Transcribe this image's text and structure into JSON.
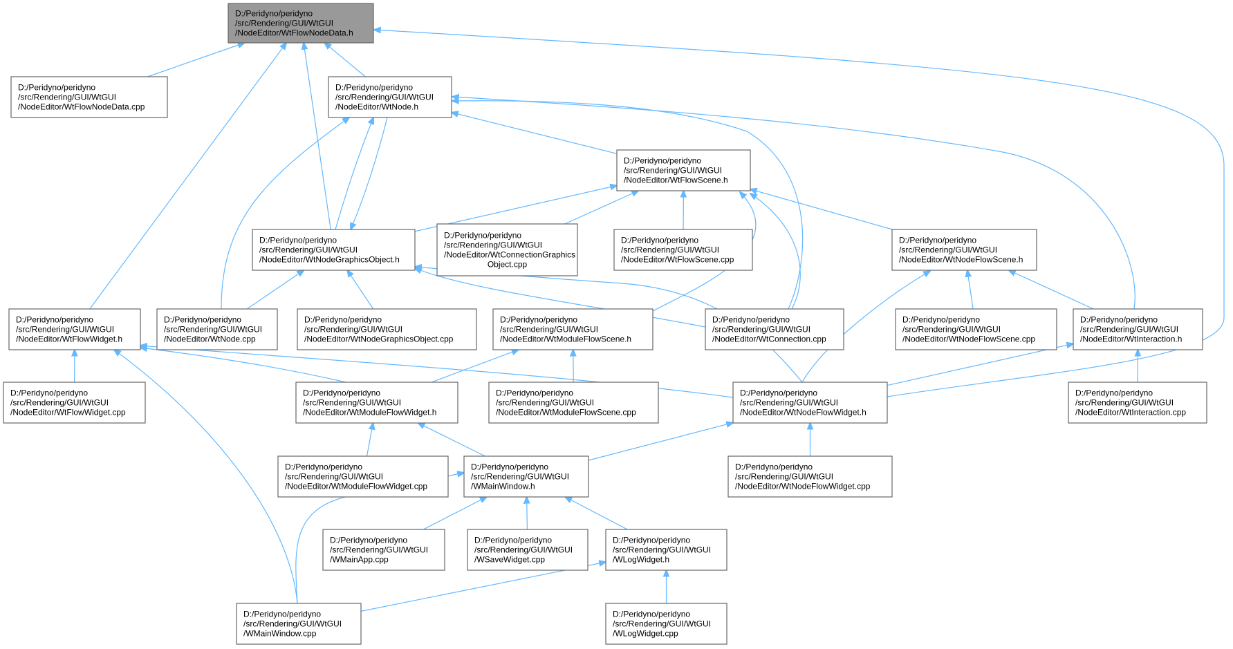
{
  "colors": {
    "edge": "#63b8ff",
    "node_border": "#666666",
    "root_fill": "#999999",
    "node_fill": "#ffffff"
  },
  "nodes": [
    {
      "id": "flownodedata_h",
      "root": true,
      "lines": [
        "D:/Peridyno/peridyno",
        "/src/Rendering/GUI/WtGUI",
        "/NodeEditor/WtFlowNodeData.h"
      ]
    },
    {
      "id": "flownodedata_cpp",
      "lines": [
        "D:/Peridyno/peridyno",
        "/src/Rendering/GUI/WtGUI",
        "/NodeEditor/WtFlowNodeData.cpp"
      ]
    },
    {
      "id": "node_h",
      "lines": [
        "D:/Peridyno/peridyno",
        "/src/Rendering/GUI/WtGUI",
        "/NodeEditor/WtNode.h"
      ]
    },
    {
      "id": "flowscene_h",
      "lines": [
        "D:/Peridyno/peridyno",
        "/src/Rendering/GUI/WtGUI",
        "/NodeEditor/WtFlowScene.h"
      ]
    },
    {
      "id": "nodegraphicsobject_h",
      "lines": [
        "D:/Peridyno/peridyno",
        "/src/Rendering/GUI/WtGUI",
        "/NodeEditor/WtNodeGraphicsObject.h"
      ]
    },
    {
      "id": "connectiongraphics_cpp",
      "lines": [
        "D:/Peridyno/peridyno",
        "/src/Rendering/GUI/WtGUI",
        "/NodeEditor/WtConnectionGraphics",
        "Object.cpp"
      ]
    },
    {
      "id": "flowscene_cpp",
      "lines": [
        "D:/Peridyno/peridyno",
        "/src/Rendering/GUI/WtGUI",
        "/NodeEditor/WtFlowScene.cpp"
      ]
    },
    {
      "id": "nodeflowscene_h",
      "lines": [
        "D:/Peridyno/peridyno",
        "/src/Rendering/GUI/WtGUI",
        "/NodeEditor/WtNodeFlowScene.h"
      ]
    },
    {
      "id": "flowwidget_h",
      "lines": [
        "D:/Peridyno/peridyno",
        "/src/Rendering/GUI/WtGUI",
        "/NodeEditor/WtFlowWidget.h"
      ]
    },
    {
      "id": "node_cpp",
      "lines": [
        "D:/Peridyno/peridyno",
        "/src/Rendering/GUI/WtGUI",
        "/NodeEditor/WtNode.cpp"
      ]
    },
    {
      "id": "nodegraphicsobject_cpp",
      "lines": [
        "D:/Peridyno/peridyno",
        "/src/Rendering/GUI/WtGUI",
        "/NodeEditor/WtNodeGraphicsObject.cpp"
      ]
    },
    {
      "id": "moduleflowscene_h",
      "lines": [
        "D:/Peridyno/peridyno",
        "/src/Rendering/GUI/WtGUI",
        "/NodeEditor/WtModuleFlowScene.h"
      ]
    },
    {
      "id": "connection_cpp",
      "lines": [
        "D:/Peridyno/peridyno",
        "/src/Rendering/GUI/WtGUI",
        "/NodeEditor/WtConnection.cpp"
      ]
    },
    {
      "id": "nodeflowscene_cpp",
      "lines": [
        "D:/Peridyno/peridyno",
        "/src/Rendering/GUI/WtGUI",
        "/NodeEditor/WtNodeFlowScene.cpp"
      ]
    },
    {
      "id": "interaction_h",
      "lines": [
        "D:/Peridyno/peridyno",
        "/src/Rendering/GUI/WtGUI",
        "/NodeEditor/WtInteraction.h"
      ]
    },
    {
      "id": "flowwidget_cpp",
      "lines": [
        "D:/Peridyno/peridyno",
        "/src/Rendering/GUI/WtGUI",
        "/NodeEditor/WtFlowWidget.cpp"
      ]
    },
    {
      "id": "moduleflowwidget_h",
      "lines": [
        "D:/Peridyno/peridyno",
        "/src/Rendering/GUI/WtGUI",
        "/NodeEditor/WtModuleFlowWidget.h"
      ]
    },
    {
      "id": "moduleflowscene_cpp",
      "lines": [
        "D:/Peridyno/peridyno",
        "/src/Rendering/GUI/WtGUI",
        "/NodeEditor/WtModuleFlowScene.cpp"
      ]
    },
    {
      "id": "nodeflowwidget_h",
      "lines": [
        "D:/Peridyno/peridyno",
        "/src/Rendering/GUI/WtGUI",
        "/NodeEditor/WtNodeFlowWidget.h"
      ]
    },
    {
      "id": "interaction_cpp",
      "lines": [
        "D:/Peridyno/peridyno",
        "/src/Rendering/GUI/WtGUI",
        "/NodeEditor/WtInteraction.cpp"
      ]
    },
    {
      "id": "moduleflowwidget_cpp",
      "lines": [
        "D:/Peridyno/peridyno",
        "/src/Rendering/GUI/WtGUI",
        "/NodeEditor/WtModuleFlowWidget.cpp"
      ]
    },
    {
      "id": "mainwindow_h",
      "lines": [
        "D:/Peridyno/peridyno",
        "/src/Rendering/GUI/WtGUI",
        "/WMainWindow.h"
      ]
    },
    {
      "id": "nodeflowwidget_cpp",
      "lines": [
        "D:/Peridyno/peridyno",
        "/src/Rendering/GUI/WtGUI",
        "/NodeEditor/WtNodeFlowWidget.cpp"
      ]
    },
    {
      "id": "mainapp_cpp",
      "lines": [
        "D:/Peridyno/peridyno",
        "/src/Rendering/GUI/WtGUI",
        "/WMainApp.cpp"
      ]
    },
    {
      "id": "savewidget_cpp",
      "lines": [
        "D:/Peridyno/peridyno",
        "/src/Rendering/GUI/WtGUI",
        "/WSaveWidget.cpp"
      ]
    },
    {
      "id": "logwidget_h",
      "lines": [
        "D:/Peridyno/peridyno",
        "/src/Rendering/GUI/WtGUI",
        "/WLogWidget.h"
      ]
    },
    {
      "id": "mainwindow_cpp",
      "lines": [
        "D:/Peridyno/peridyno",
        "/src/Rendering/GUI/WtGUI",
        "/WMainWindow.cpp"
      ]
    },
    {
      "id": "logwidget_cpp",
      "lines": [
        "D:/Peridyno/peridyno",
        "/src/Rendering/GUI/WtGUI",
        "/WLogWidget.cpp"
      ]
    }
  ],
  "edges": [
    [
      "flownodedata_cpp",
      "flownodedata_h"
    ],
    [
      "node_h",
      "flownodedata_h"
    ],
    [
      "flowwidget_h",
      "flownodedata_h"
    ],
    [
      "nodegraphicsobject_h",
      "flownodedata_h"
    ],
    [
      "nodeflowwidget_h",
      "flownodedata_h"
    ],
    [
      "flowscene_h",
      "node_h"
    ],
    [
      "nodegraphicsobject_h",
      "node_h"
    ],
    [
      "node_cpp",
      "node_h"
    ],
    [
      "connection_cpp",
      "node_h"
    ],
    [
      "interaction_h",
      "node_h"
    ],
    [
      "node_h",
      "nodegraphicsobject_h"
    ],
    [
      "nodegraphicsobject_h",
      "flowscene_h"
    ],
    [
      "connectiongraphics_cpp",
      "flowscene_h"
    ],
    [
      "flowscene_cpp",
      "flowscene_h"
    ],
    [
      "nodeflowscene_h",
      "flowscene_h"
    ],
    [
      "moduleflowscene_h",
      "flowscene_h"
    ],
    [
      "connection_cpp",
      "flowscene_h"
    ],
    [
      "node_cpp",
      "nodegraphicsobject_h"
    ],
    [
      "nodegraphicsobject_cpp",
      "nodegraphicsobject_h"
    ],
    [
      "connection_cpp",
      "nodegraphicsobject_h"
    ],
    [
      "nodeflowwidget_h",
      "nodegraphicsobject_h"
    ],
    [
      "nodeflowscene_cpp",
      "nodeflowscene_h"
    ],
    [
      "interaction_h",
      "nodeflowscene_h"
    ],
    [
      "nodeflowwidget_h",
      "nodeflowscene_h"
    ],
    [
      "flowwidget_cpp",
      "flowwidget_h"
    ],
    [
      "moduleflowwidget_h",
      "flowwidget_h"
    ],
    [
      "nodeflowwidget_h",
      "flowwidget_h"
    ],
    [
      "mainwindow_cpp",
      "flowwidget_h"
    ],
    [
      "moduleflowwidget_h",
      "moduleflowscene_h"
    ],
    [
      "moduleflowscene_cpp",
      "moduleflowscene_h"
    ],
    [
      "interaction_cpp",
      "interaction_h"
    ],
    [
      "nodeflowwidget_h",
      "interaction_h"
    ],
    [
      "moduleflowwidget_cpp",
      "moduleflowwidget_h"
    ],
    [
      "mainwindow_h",
      "moduleflowwidget_h"
    ],
    [
      "mainwindow_h",
      "nodeflowwidget_h"
    ],
    [
      "nodeflowwidget_cpp",
      "nodeflowwidget_h"
    ],
    [
      "mainapp_cpp",
      "mainwindow_h"
    ],
    [
      "savewidget_cpp",
      "mainwindow_h"
    ],
    [
      "logwidget_h",
      "mainwindow_h"
    ],
    [
      "mainwindow_cpp",
      "mainwindow_h"
    ],
    [
      "mainwindow_cpp",
      "logwidget_h"
    ],
    [
      "logwidget_cpp",
      "logwidget_h"
    ]
  ]
}
